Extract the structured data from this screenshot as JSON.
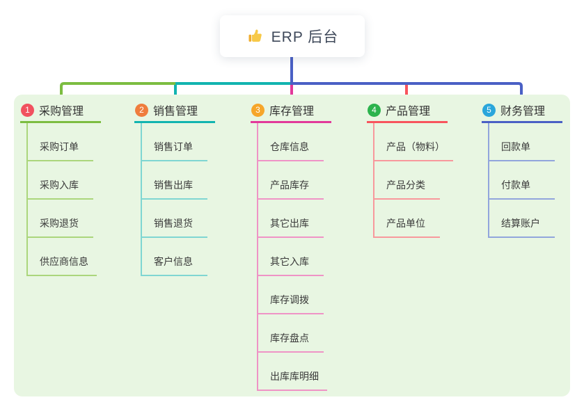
{
  "root": {
    "label": "ERP 后台",
    "icon": "thumbs-up-icon"
  },
  "branches": [
    {
      "index": "1",
      "label": "采购管理",
      "badge_color": "#f1515f",
      "line_color": "#7cbd41",
      "child_line_color": "#abd67c",
      "children": [
        "采购订单",
        "采购入库",
        "采购退货",
        "供应商信息"
      ]
    },
    {
      "index": "2",
      "label": "销售管理",
      "badge_color": "#ef7d3d",
      "line_color": "#12b4b0",
      "child_line_color": "#7fd6d2",
      "children": [
        "销售订单",
        "销售出库",
        "销售退货",
        "客户信息"
      ]
    },
    {
      "index": "3",
      "label": "库存管理",
      "badge_color": "#f6a62a",
      "line_color": "#e2399a",
      "child_line_color": "#ef93c6",
      "children": [
        "仓库信息",
        "产品库存",
        "其它出库",
        "其它入库",
        "库存调拨",
        "库存盘点",
        "出库库明细"
      ]
    },
    {
      "index": "4",
      "label": "产品管理",
      "badge_color": "#2cb34d",
      "line_color": "#f8545d",
      "child_line_color": "#f8989c",
      "children": [
        "产品（物料）",
        "产品分类",
        "产品单位"
      ]
    },
    {
      "index": "5",
      "label": "财务管理",
      "badge_color": "#2aa6db",
      "line_color": "#4a60c5",
      "child_line_color": "#91a5dc",
      "children": [
        "回款单",
        "付款单",
        "结算账户"
      ]
    }
  ],
  "colors": {
    "panel_bg": "#e8f6e2",
    "root_line": "#4a60c5",
    "thumb_main": "#f7c948",
    "thumb_cuff": "#f0ad2f"
  }
}
